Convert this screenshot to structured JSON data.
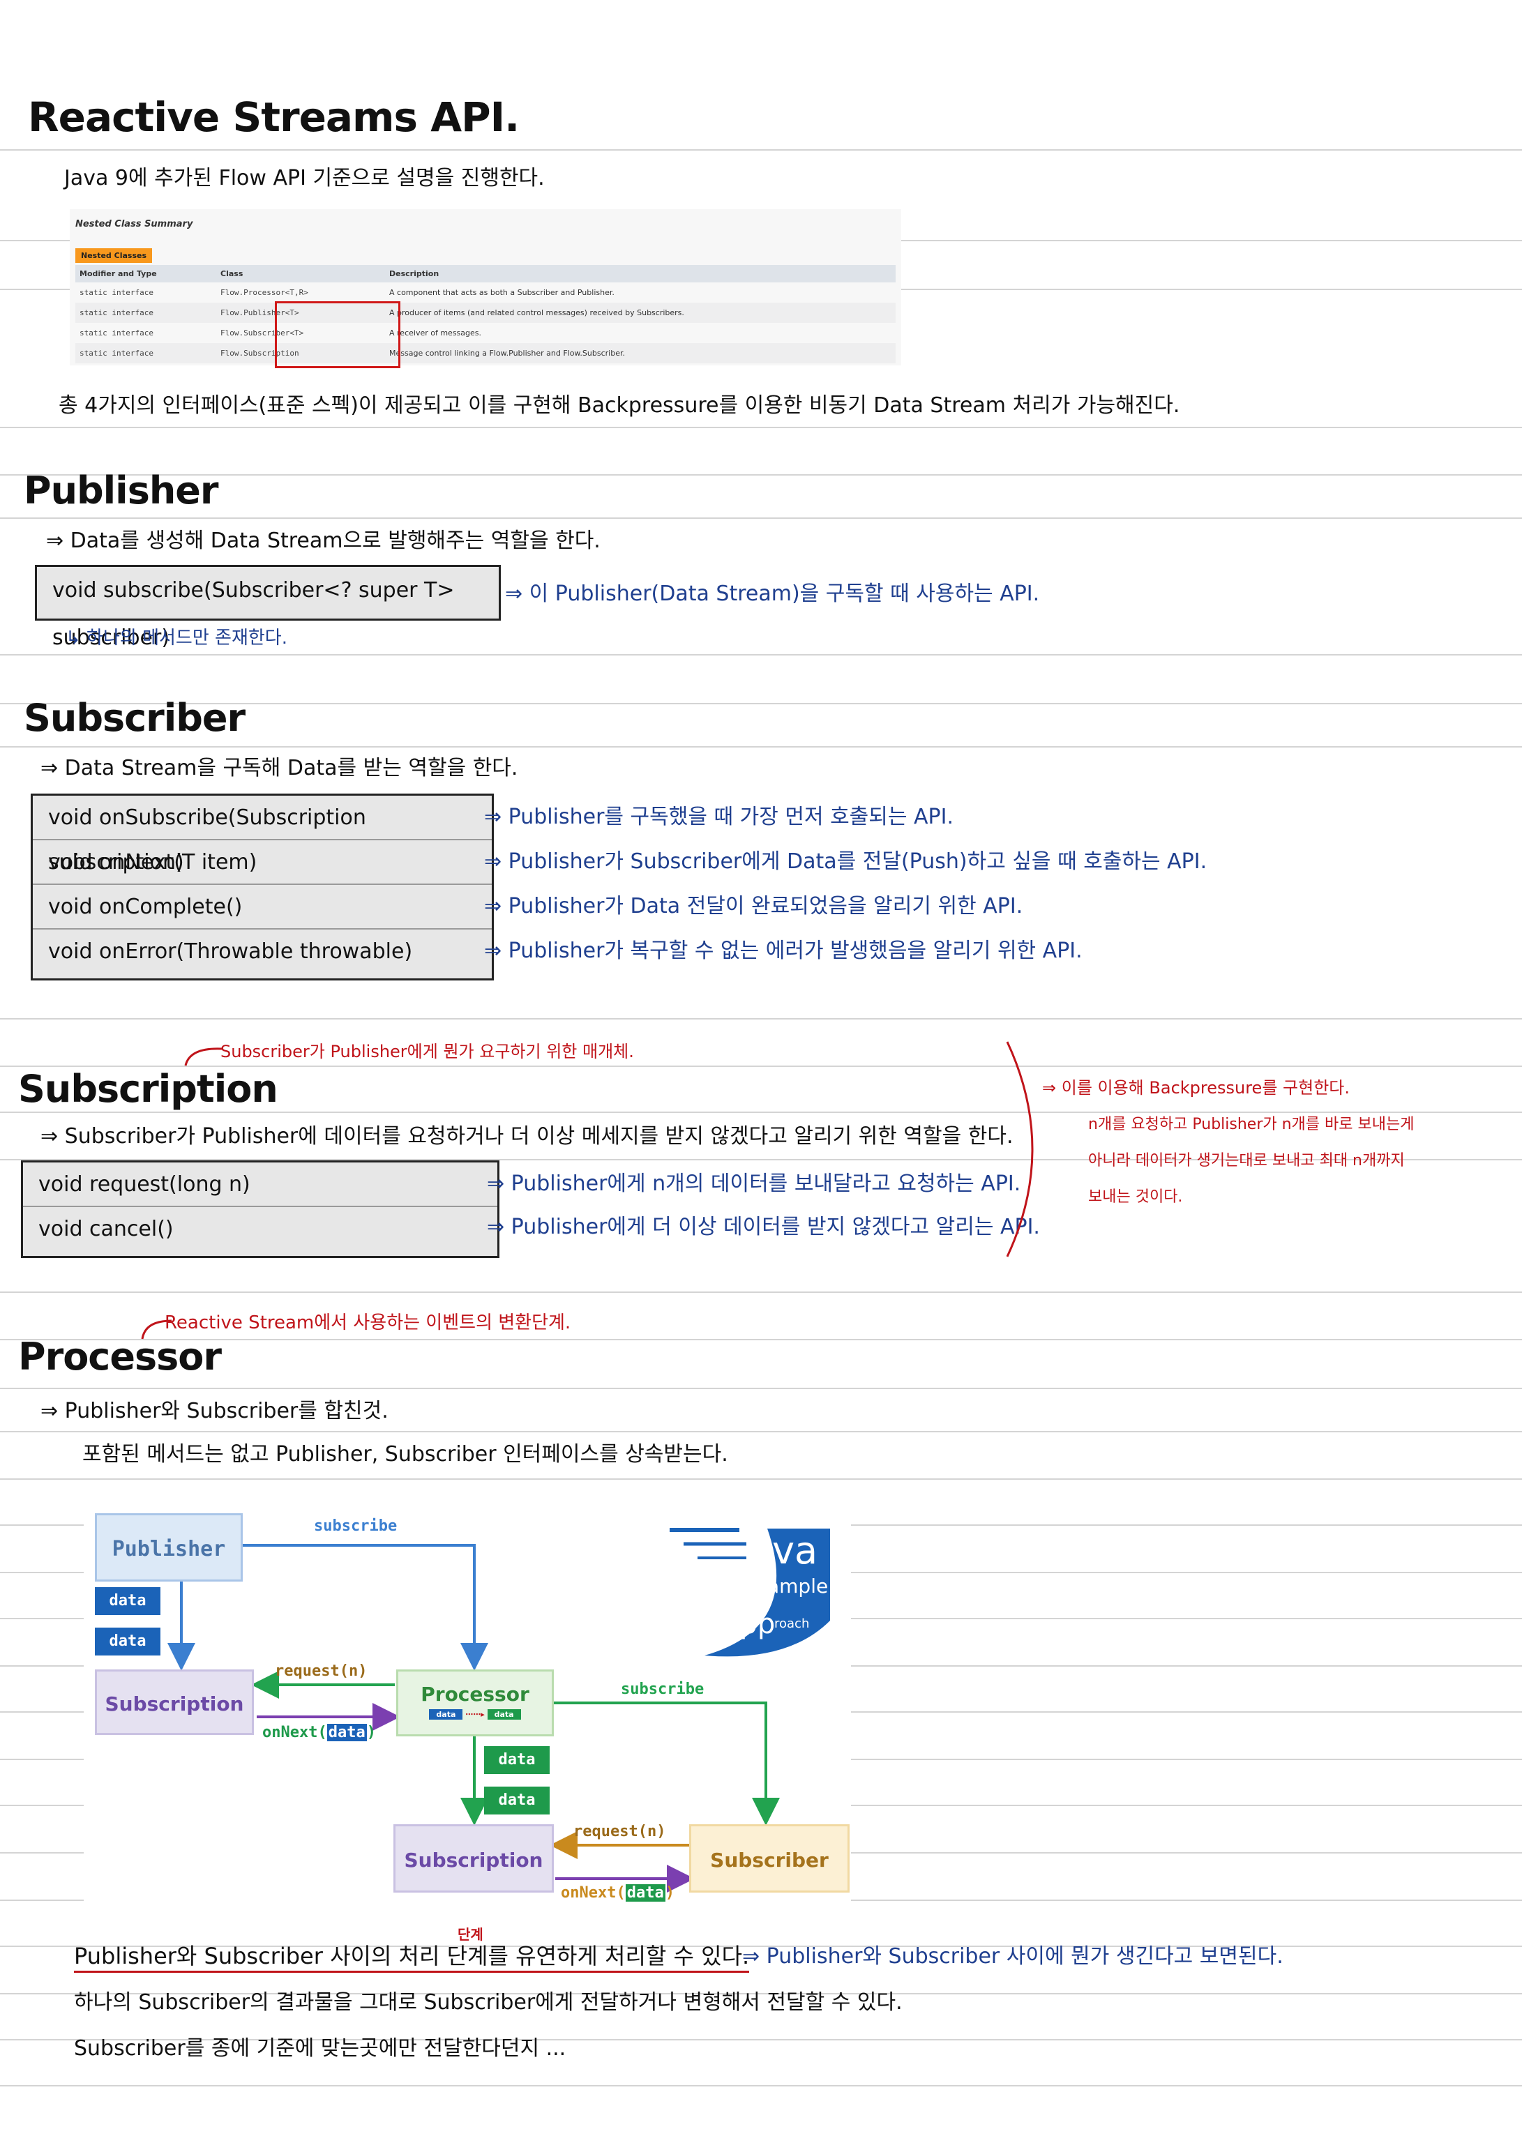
{
  "title": "Reactive Streams API.",
  "intro": "Java 9에 추가된 Flow API 기준으로 설명을 진행한다.",
  "javadoc": {
    "title": "Nested Class Summary",
    "tab": "Nested Classes",
    "headers": [
      "Modifier and Type",
      "Class",
      "Description"
    ],
    "rows": [
      {
        "modifier": "static interface",
        "class": "Flow.Processor<T,R>",
        "desc": "A component that acts as both a Subscriber and Publisher."
      },
      {
        "modifier": "static interface",
        "class": "Flow.Publisher<T>",
        "desc": "A producer of items (and related control messages) received by Subscribers."
      },
      {
        "modifier": "static interface",
        "class": "Flow.Subscriber<T>",
        "desc": "A receiver of messages."
      },
      {
        "modifier": "static interface",
        "class": "Flow.Subscription",
        "desc": "Message control linking a Flow.Publisher and Flow.Subscriber."
      }
    ]
  },
  "summary": "총 4가지의 인터페이스(표준 스펙)이 제공되고 이를 구현해 Backpressure를 이용한 비동기 Data Stream 처리가 가능해진다.",
  "publisher": {
    "heading": "Publisher",
    "role": "⇒ Data를 생성해 Data Stream으로 발행해주는 역할을 한다.",
    "method": "void subscribe(Subscriber<? super T> subscriber)",
    "method_note": "⇒ 이 Publisher(Data Stream)을 구독할 때 사용하는 API.",
    "note": "↳ 하나의 메서드만 존재한다."
  },
  "subscriber": {
    "heading": "Subscriber",
    "role": "⇒ Data Stream을 구독해 Data를 받는 역할을 한다.",
    "methods": [
      {
        "sig": "void onSubscribe(Subscription subscription)",
        "note": "⇒ Publisher를 구독했을 때 가장 먼저 호출되는 API."
      },
      {
        "sig": "void onNext(T item)",
        "note": "⇒ Publisher가 Subscriber에게 Data를 전달(Push)하고 싶을 때 호출하는 API."
      },
      {
        "sig": "void onComplete()",
        "note": "⇒ Publisher가 Data 전달이 완료되었음을 알리기 위한 API."
      },
      {
        "sig": "void onError(Throwable throwable)",
        "note": "⇒ Publisher가 복구할 수 없는 에러가 발생했음을 알리기 위한 API."
      }
    ]
  },
  "subscription": {
    "heading": "Subscription",
    "annotation": "Subscriber가 Publisher에게 뭔가 요구하기 위한 매개체.",
    "role": "⇒ Subscriber가 Publisher에 데이터를 요청하거나 더 이상 메세지를 받지 않겠다고 알리기 위한 역할을 한다.",
    "methods": [
      {
        "sig": "void request(long n)",
        "note": "⇒ Publisher에게 n개의 데이터를 보내달라고 요청하는 API."
      },
      {
        "sig": "void cancel()",
        "note": "⇒ Publisher에게 더 이상 데이터를 받지 않겠다고 알리는 API."
      }
    ],
    "side_note": [
      "⇒ 이를 이용해 Backpressure를 구현한다.",
      "n개를 요청하고 Publisher가 n개를 바로 보내는게",
      "아니라 데이터가 생기는대로 보내고 최대 n개까지",
      "보내는 것이다."
    ]
  },
  "processor": {
    "heading": "Processor",
    "annotation": "Reactive Stream에서 사용하는 이벤트의 변환단계.",
    "role": "⇒ Publisher와 Subscriber를 합친것.",
    "detail": "포함된 메서드는 없고 Publisher, Subscriber 인터페이스를 상속받는다."
  },
  "diagram": {
    "publisher": "Publisher",
    "processor": "Processor",
    "subscription": "Subscription",
    "subscriber": "Subscriber",
    "subscribe": "subscribe",
    "request": "request(n)",
    "onnext": "onNext(",
    "data": "data",
    "close_paren": ")",
    "logo_big": "ava",
    "logo_small": "ample",
    "logo_app": "app",
    "logo_roach": "roach"
  },
  "footer": {
    "line1": "Publisher와 Subscriber 사이의 처리 단계를 유연하게 처리할 수 있다.",
    "line1_note": "⇒ Publisher와 Subscriber 사이에 뭔가 생긴다고 보면된다.",
    "mark": "단계",
    "line2": "하나의 Subscriber의 결과물을 그대로 Subscriber에게 전달하거나 변형해서 전달할 수 있다.",
    "line3": "Subscriber를 종에 기준에 맞는곳에만 전달한다던지 ..."
  },
  "colors": {
    "blue_ink": "#1f3f8f",
    "red_ink": "#c0141a",
    "code_bg": "#e7e7e7"
  }
}
